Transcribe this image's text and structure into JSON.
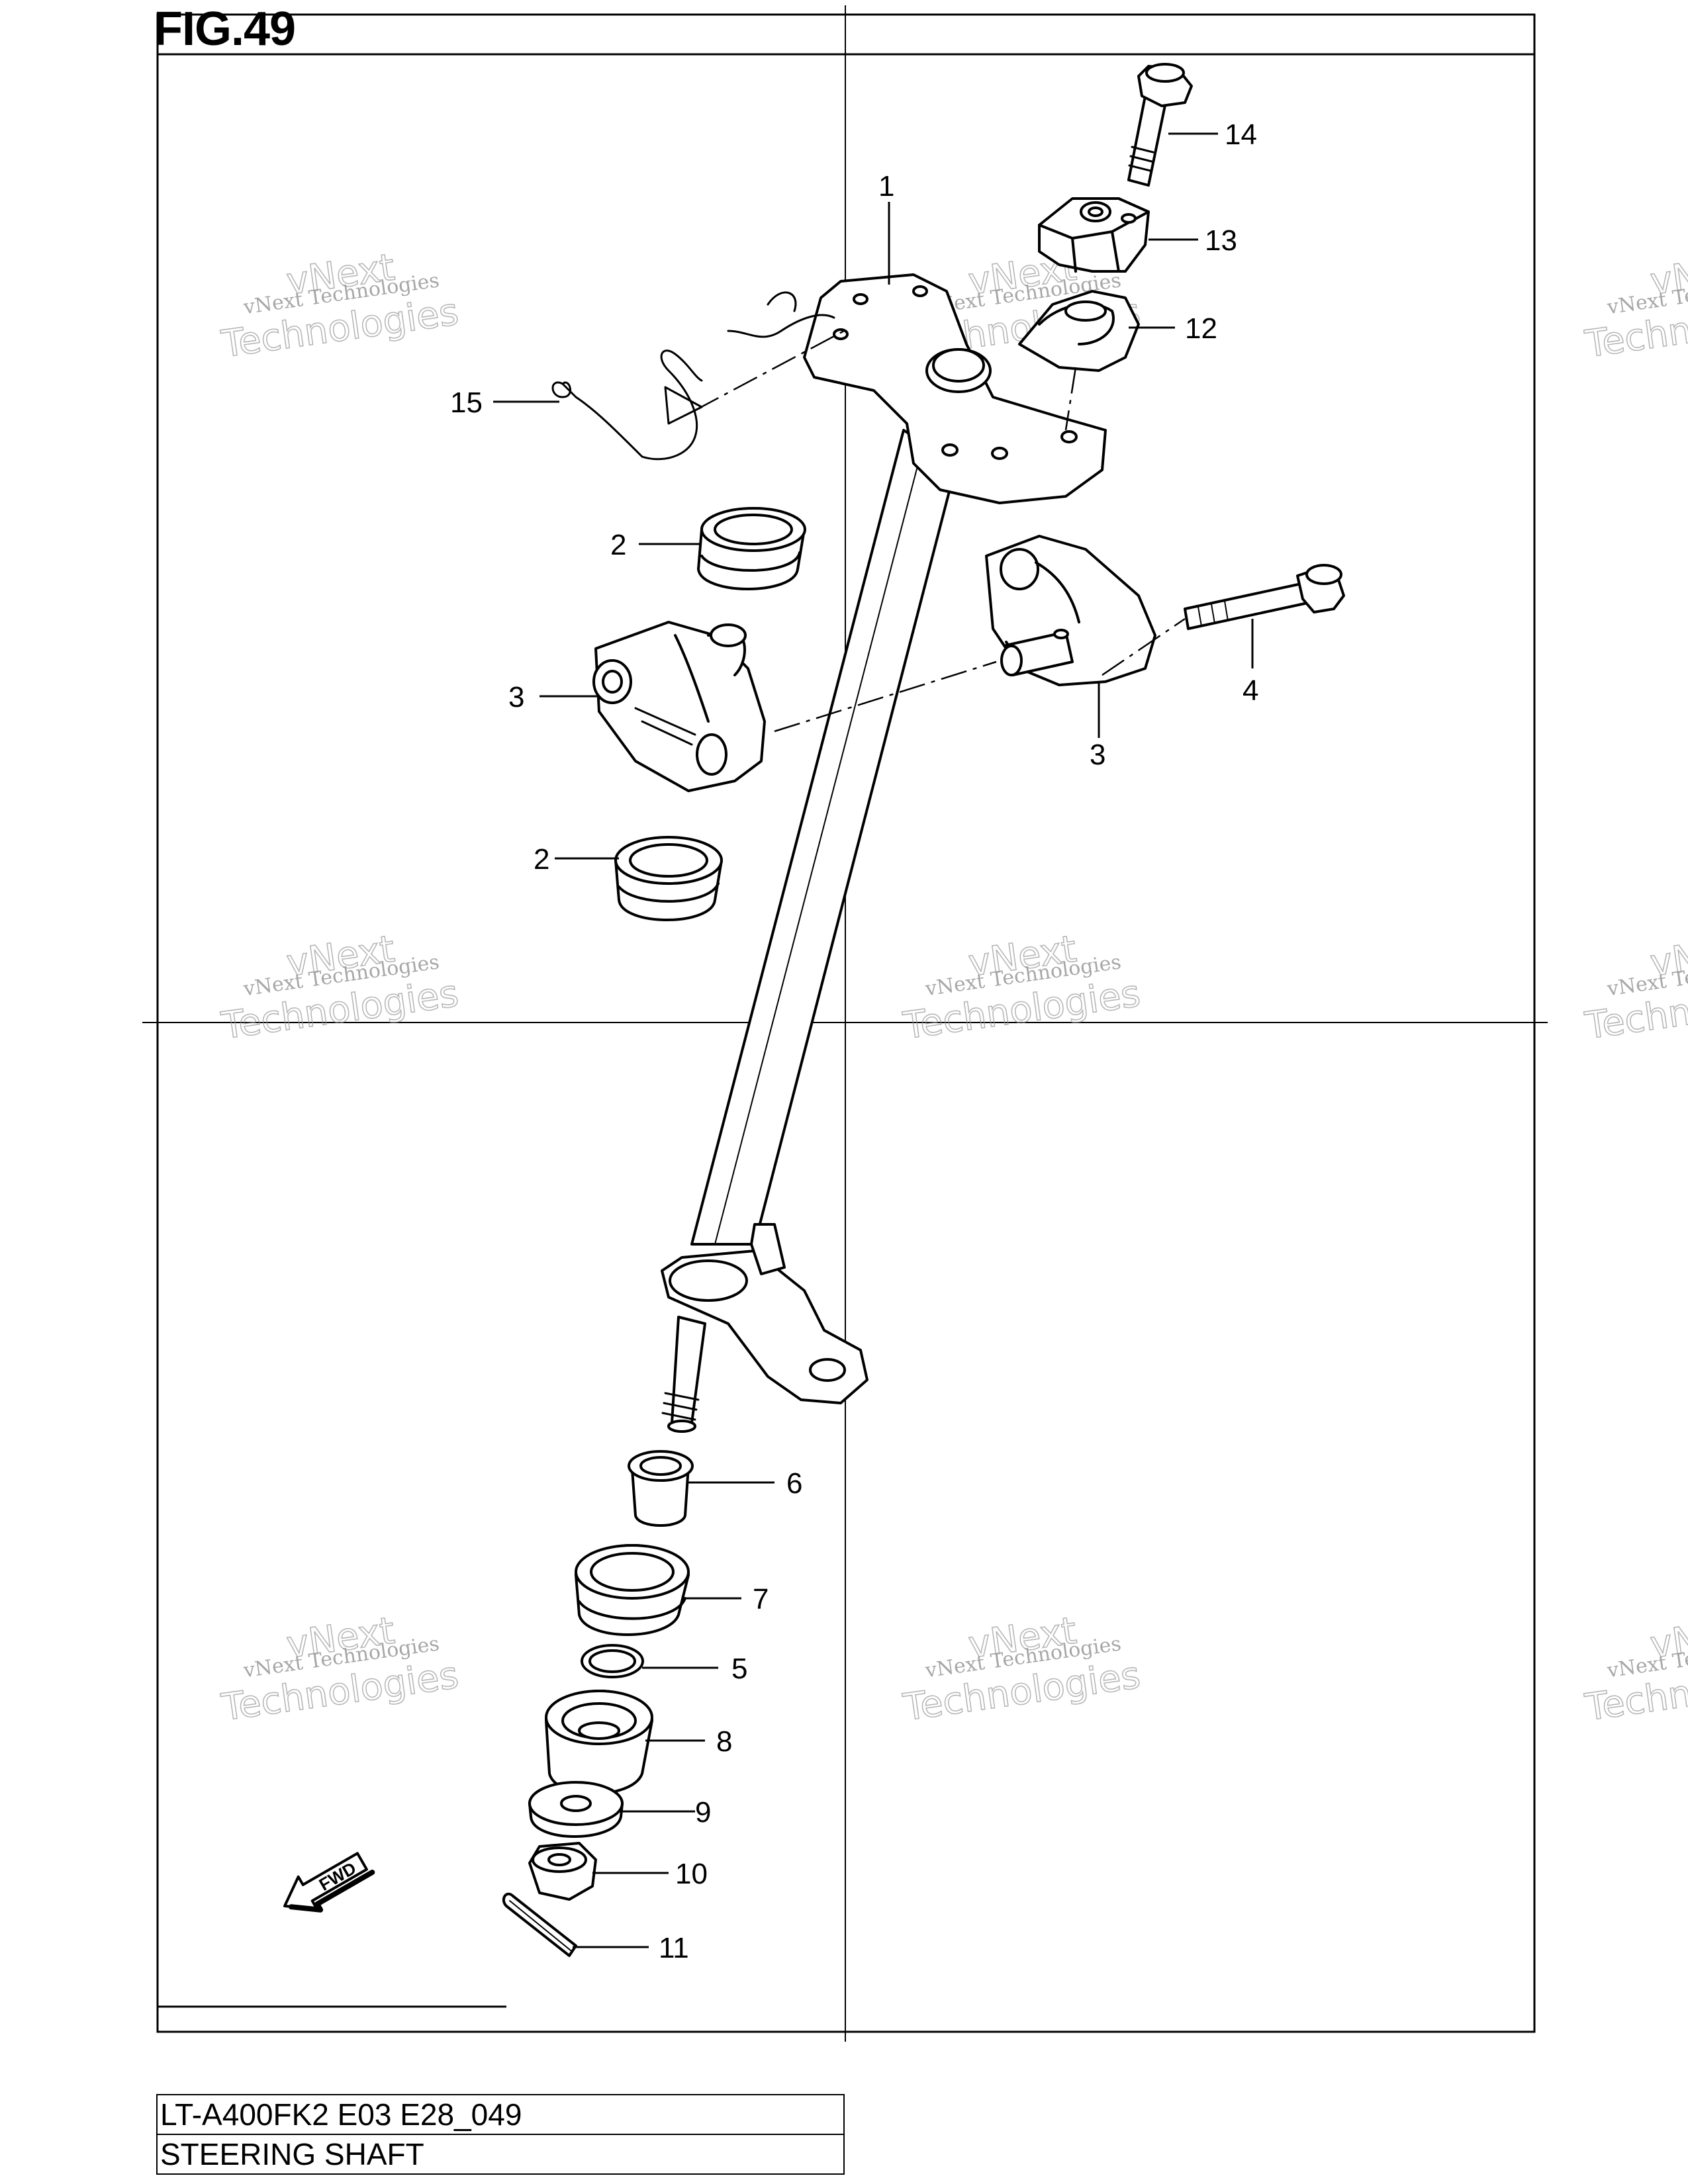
{
  "figure": {
    "title": "FIG.49"
  },
  "callouts": [
    {
      "id": "1",
      "label": "1"
    },
    {
      "id": "2a",
      "label": "2"
    },
    {
      "id": "2b",
      "label": "2"
    },
    {
      "id": "3a",
      "label": "3"
    },
    {
      "id": "3b",
      "label": "3"
    },
    {
      "id": "4",
      "label": "4"
    },
    {
      "id": "5",
      "label": "5"
    },
    {
      "id": "6",
      "label": "6"
    },
    {
      "id": "7",
      "label": "7"
    },
    {
      "id": "8",
      "label": "8"
    },
    {
      "id": "9",
      "label": "9"
    },
    {
      "id": "10",
      "label": "10"
    },
    {
      "id": "11",
      "label": "11"
    },
    {
      "id": "12",
      "label": "12"
    },
    {
      "id": "13",
      "label": "13"
    },
    {
      "id": "14",
      "label": "14"
    },
    {
      "id": "15",
      "label": "15"
    }
  ],
  "fwd_marker": {
    "label": "FWD"
  },
  "watermark": {
    "line1": "vNext Technologies",
    "line2": "vNext",
    "line3": "Technologies"
  },
  "info": {
    "model": "LT-A400FK2 E03 E28_049",
    "name": "STEERING SHAFT"
  }
}
